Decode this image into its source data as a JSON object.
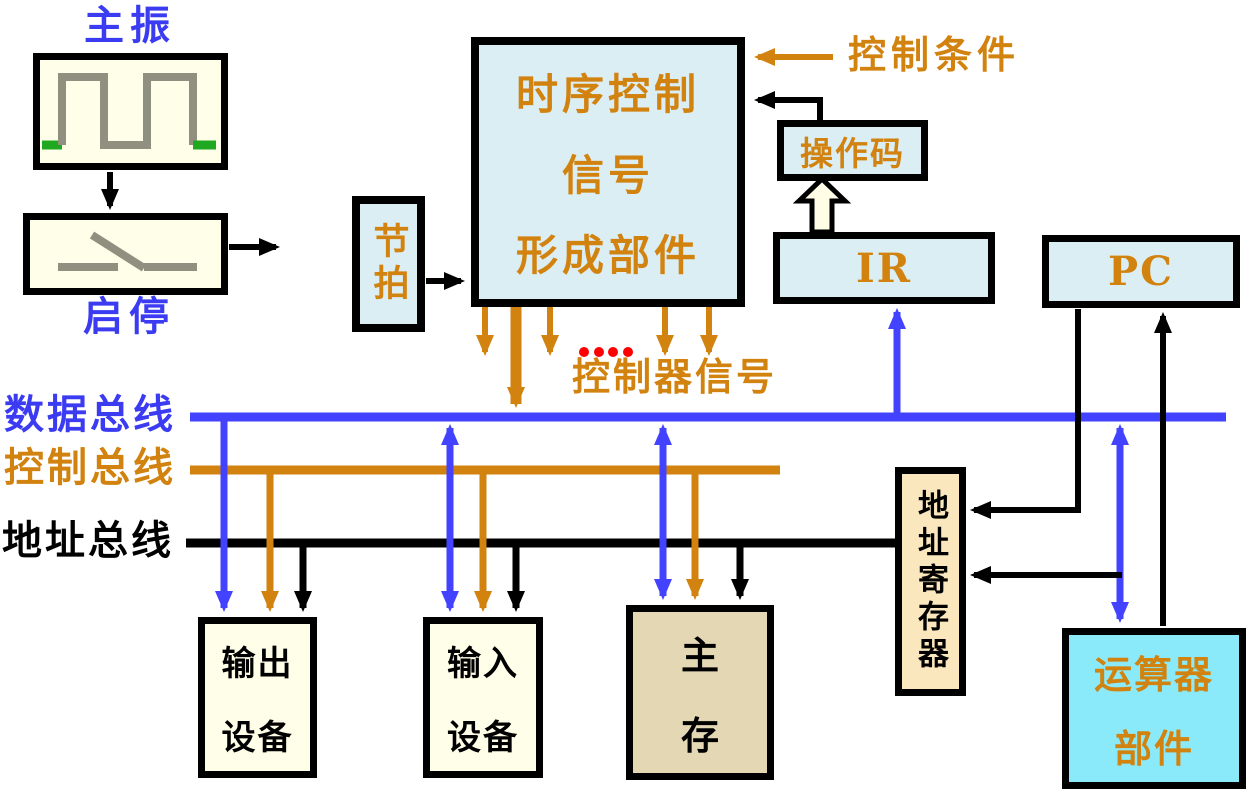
{
  "diagram": {
    "oscillator_label": "主振",
    "start_stop_label": "启停",
    "timing_box": {
      "line1": "时序控制",
      "line2": "信号",
      "line3": "形成部件"
    },
    "beat_label": "节拍",
    "control_condition_label": "控制条件",
    "opcode_label": "操作码",
    "ir_label": "IR",
    "pc_label": "PC",
    "controller_signal_label": "控制器信号",
    "buses": {
      "data": "数据总线",
      "control": "控制总线",
      "address": "地址总线"
    },
    "address_register_label": "地址寄存器",
    "output_device": {
      "line1": "输出",
      "line2": "设备"
    },
    "input_device": {
      "line1": "输入",
      "line2": "设备"
    },
    "main_memory": {
      "line1": "主",
      "line2": "存"
    },
    "alu": {
      "line1": "运算器",
      "line2": "部件"
    },
    "colors": {
      "accent_orange": "#d2820e",
      "bus_blue": "#4242ff",
      "label_blue": "#3b3bf2",
      "box_light_blue": "#daeef3",
      "box_cream": "#fffee8",
      "box_tan": "#e4d8b4",
      "box_peach": "#fae7bd",
      "box_cyan": "#8beaf9",
      "dot_red": "#ff0000",
      "wave_green": "#21a821",
      "wave_gray": "#909080"
    }
  }
}
